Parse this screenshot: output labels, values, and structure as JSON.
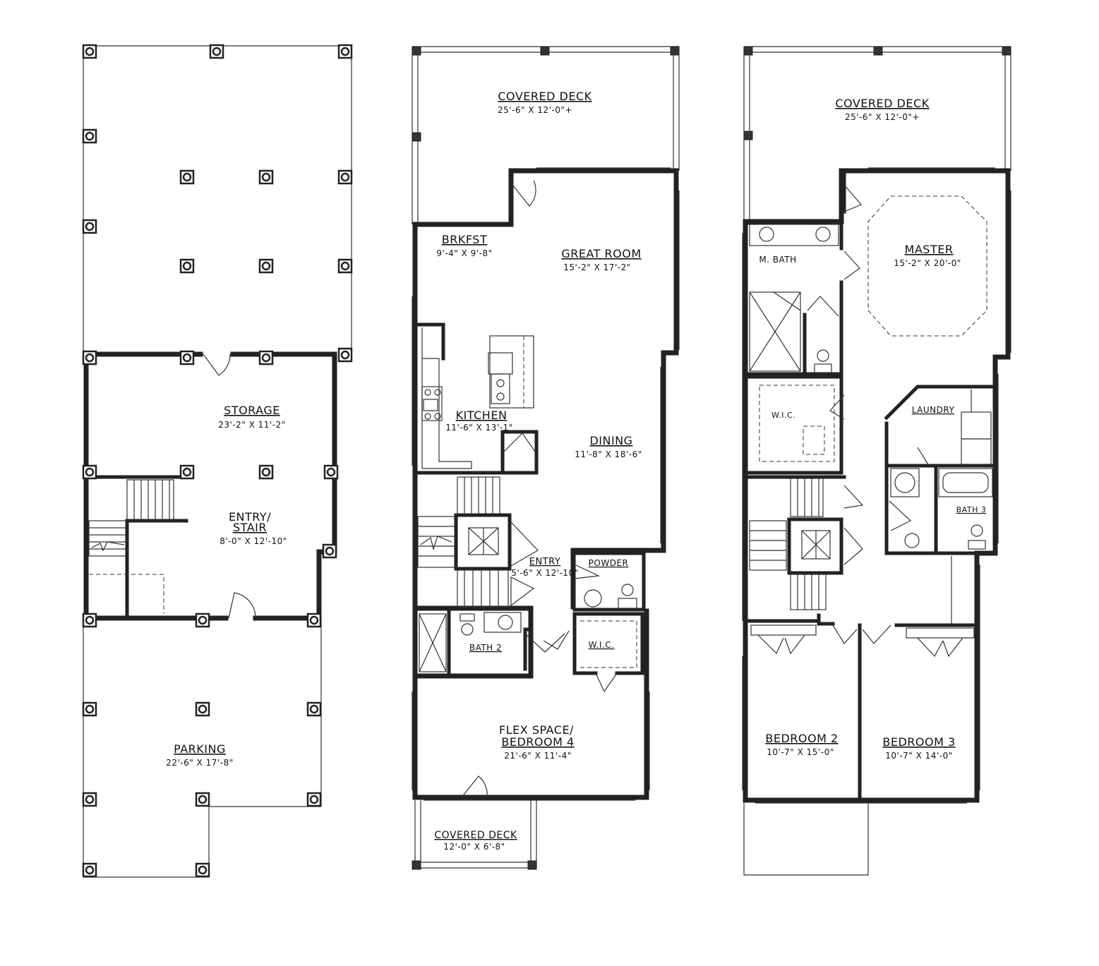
{
  "floors": [
    {
      "name": "ground-floor",
      "rooms": [
        {
          "key": "storage",
          "name": "STORAGE",
          "dim": "23'-2\" X 11'-2\""
        },
        {
          "key": "entry-stair",
          "name_line1": "ENTRY/",
          "name_line2": "STAIR",
          "dim": "8'-0\" X 12'-10\""
        },
        {
          "key": "parking",
          "name": "PARKING",
          "dim": "22'-6\" X 17'-8\""
        }
      ]
    },
    {
      "name": "main-floor",
      "rooms": [
        {
          "key": "covered-deck-rear",
          "name": "COVERED DECK",
          "dim": "25'-6\" X 12'-0\"+"
        },
        {
          "key": "brkfst",
          "name": "BRKFST",
          "dim": "9'-4\" X 9'-8\""
        },
        {
          "key": "great-room",
          "name": "GREAT ROOM",
          "dim": "15'-2\" X 17'-2\""
        },
        {
          "key": "kitchen",
          "name": "KITCHEN",
          "dim": "11'-6\" X 13'-1\""
        },
        {
          "key": "dining",
          "name": "DINING",
          "dim": "11'-8\" X 18'-6\""
        },
        {
          "key": "entry",
          "name": "ENTRY",
          "dim": "5'-6\" X 12'-10\""
        },
        {
          "key": "powder",
          "name": "POWDER"
        },
        {
          "key": "bath-2",
          "name": "BATH 2"
        },
        {
          "key": "wic",
          "name": "W.I.C."
        },
        {
          "key": "flex-space",
          "name_line1": "FLEX SPACE/",
          "name_line2": "BEDROOM 4",
          "dim": "21'-6\" X 11'-4\""
        },
        {
          "key": "covered-deck-front",
          "name": "COVERED DECK",
          "dim": "12'-0\" X 6'-8\""
        }
      ]
    },
    {
      "name": "upper-floor",
      "rooms": [
        {
          "key": "covered-deck",
          "name": "COVERED DECK",
          "dim": "25'-6\" X 12'-0\"+"
        },
        {
          "key": "m-bath",
          "name": "M. BATH"
        },
        {
          "key": "master",
          "name": "MASTER",
          "dim": "15'-2\" X 20'-0\""
        },
        {
          "key": "wic",
          "name": "W.I.C."
        },
        {
          "key": "laundry",
          "name": "LAUNDRY"
        },
        {
          "key": "bath-3",
          "name": "BATH 3"
        },
        {
          "key": "bedroom-2",
          "name": "BEDROOM 2",
          "dim": "10'-7\" X 15'-0\""
        },
        {
          "key": "bedroom-3",
          "name": "BEDROOM 3",
          "dim": "10'-7\" X 14'-0\""
        }
      ]
    }
  ]
}
